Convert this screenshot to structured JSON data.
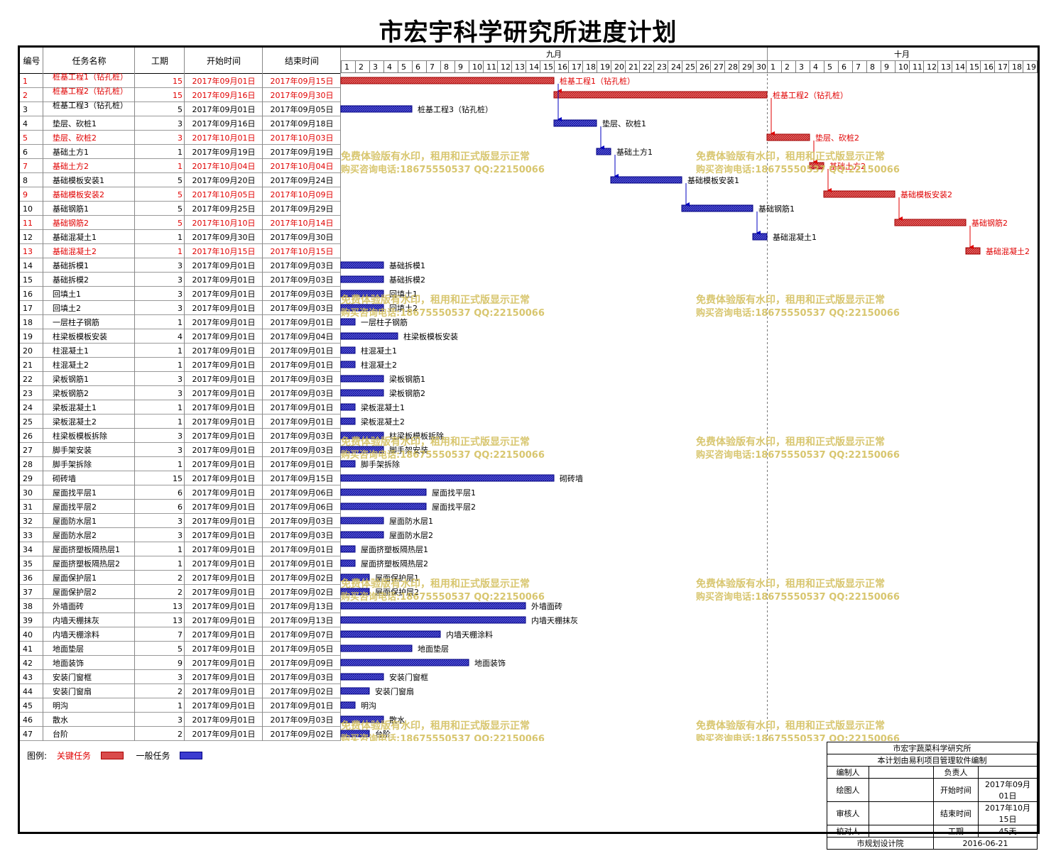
{
  "title": "市宏宇科学研究所进度计划",
  "table_headers": {
    "id": "编号",
    "name": "任务名称",
    "duration": "工期",
    "start": "开始时间",
    "end": "结束时间"
  },
  "months": [
    {
      "label": "九月",
      "days": [
        1,
        2,
        3,
        4,
        5,
        6,
        7,
        8,
        9,
        10,
        11,
        12,
        13,
        14,
        15,
        16,
        17,
        18,
        19,
        20,
        21,
        22,
        23,
        24,
        25,
        26,
        27,
        28,
        29,
        30
      ]
    },
    {
      "label": "十月",
      "days": [
        1,
        2,
        3,
        4,
        5,
        6,
        7,
        8,
        9,
        10,
        11,
        12,
        13,
        14,
        15,
        16,
        17,
        18,
        19
      ]
    }
  ],
  "chart_data": {
    "type": "gantt",
    "title": "市宏宇科学研究所进度计划",
    "x_axis": "date",
    "x_range": [
      "2017-09-01",
      "2017-10-19"
    ],
    "colors": {
      "critical": "#d94b4b",
      "critical_text": "#e00000",
      "normal": "#3b3bd0",
      "normal_border": "#000080"
    },
    "tasks": [
      {
        "id": "1",
        "name": "桩基工程1（钻孔桩）",
        "duration": 15,
        "start": "2017年09月01日",
        "end": "2017年09月15日",
        "s": "2017-09-01",
        "e": "2017-09-15",
        "critical": true
      },
      {
        "id": "2",
        "name": "桩基工程2（钻孔桩）",
        "duration": 15,
        "start": "2017年09月16日",
        "end": "2017年09月30日",
        "s": "2017-09-16",
        "e": "2017-09-30",
        "critical": true
      },
      {
        "id": "3",
        "name": "桩基工程3（钻孔桩）",
        "duration": 5,
        "start": "2017年09月01日",
        "end": "2017年09月05日",
        "s": "2017-09-01",
        "e": "2017-09-05",
        "critical": false
      },
      {
        "id": "4",
        "name": "垫层、砍桩1",
        "duration": 3,
        "start": "2017年09月16日",
        "end": "2017年09月18日",
        "s": "2017-09-16",
        "e": "2017-09-18",
        "critical": false
      },
      {
        "id": "5",
        "name": "垫层、砍桩2",
        "duration": 3,
        "start": "2017年10月01日",
        "end": "2017年10月03日",
        "s": "2017-10-01",
        "e": "2017-10-03",
        "critical": true
      },
      {
        "id": "6",
        "name": "基础土方1",
        "duration": 1,
        "start": "2017年09月19日",
        "end": "2017年09月19日",
        "s": "2017-09-19",
        "e": "2017-09-19",
        "critical": false
      },
      {
        "id": "7",
        "name": "基础土方2",
        "duration": 1,
        "start": "2017年10月04日",
        "end": "2017年10月04日",
        "s": "2017-10-04",
        "e": "2017-10-04",
        "critical": true
      },
      {
        "id": "8",
        "name": "基础模板安装1",
        "duration": 5,
        "start": "2017年09月20日",
        "end": "2017年09月24日",
        "s": "2017-09-20",
        "e": "2017-09-24",
        "critical": false
      },
      {
        "id": "9",
        "name": "基础模板安装2",
        "duration": 5,
        "start": "2017年10月05日",
        "end": "2017年10月09日",
        "s": "2017-10-05",
        "e": "2017-10-09",
        "critical": true
      },
      {
        "id": "10",
        "name": "基础钢筋1",
        "duration": 5,
        "start": "2017年09月25日",
        "end": "2017年09月29日",
        "s": "2017-09-25",
        "e": "2017-09-29",
        "critical": false
      },
      {
        "id": "11",
        "name": "基础钢筋2",
        "duration": 5,
        "start": "2017年10月10日",
        "end": "2017年10月14日",
        "s": "2017-10-10",
        "e": "2017-10-14",
        "critical": true
      },
      {
        "id": "12",
        "name": "基础混凝土1",
        "duration": 1,
        "start": "2017年09月30日",
        "end": "2017年09月30日",
        "s": "2017-09-30",
        "e": "2017-09-30",
        "critical": false
      },
      {
        "id": "13",
        "name": "基础混凝土2",
        "duration": 1,
        "start": "2017年10月15日",
        "end": "2017年10月15日",
        "s": "2017-10-15",
        "e": "2017-10-15",
        "critical": true
      },
      {
        "id": "14",
        "name": "基础拆模1",
        "duration": 3,
        "start": "2017年09月01日",
        "end": "2017年09月03日",
        "s": "2017-09-01",
        "e": "2017-09-03",
        "critical": false
      },
      {
        "id": "15",
        "name": "基础拆模2",
        "duration": 3,
        "start": "2017年09月01日",
        "end": "2017年09月03日",
        "s": "2017-09-01",
        "e": "2017-09-03",
        "critical": false
      },
      {
        "id": "16",
        "name": "回填土1",
        "duration": 3,
        "start": "2017年09月01日",
        "end": "2017年09月03日",
        "s": "2017-09-01",
        "e": "2017-09-03",
        "critical": false
      },
      {
        "id": "17",
        "name": "回填土2",
        "duration": 3,
        "start": "2017年09月01日",
        "end": "2017年09月03日",
        "s": "2017-09-01",
        "e": "2017-09-03",
        "critical": false
      },
      {
        "id": "18",
        "name": "一层柱子钢筋",
        "duration": 1,
        "start": "2017年09月01日",
        "end": "2017年09月01日",
        "s": "2017-09-01",
        "e": "2017-09-01",
        "critical": false
      },
      {
        "id": "19",
        "name": "柱梁板模板安装",
        "duration": 4,
        "start": "2017年09月01日",
        "end": "2017年09月04日",
        "s": "2017-09-01",
        "e": "2017-09-04",
        "critical": false
      },
      {
        "id": "20",
        "name": "柱混凝土1",
        "duration": 1,
        "start": "2017年09月01日",
        "end": "2017年09月01日",
        "s": "2017-09-01",
        "e": "2017-09-01",
        "critical": false
      },
      {
        "id": "21",
        "name": "柱混凝土2",
        "duration": 1,
        "start": "2017年09月01日",
        "end": "2017年09月01日",
        "s": "2017-09-01",
        "e": "2017-09-01",
        "critical": false
      },
      {
        "id": "22",
        "name": "梁板钢筋1",
        "duration": 3,
        "start": "2017年09月01日",
        "end": "2017年09月03日",
        "s": "2017-09-01",
        "e": "2017-09-03",
        "critical": false
      },
      {
        "id": "23",
        "name": "梁板钢筋2",
        "duration": 3,
        "start": "2017年09月01日",
        "end": "2017年09月03日",
        "s": "2017-09-01",
        "e": "2017-09-03",
        "critical": false
      },
      {
        "id": "24",
        "name": "梁板混凝土1",
        "duration": 1,
        "start": "2017年09月01日",
        "end": "2017年09月01日",
        "s": "2017-09-01",
        "e": "2017-09-01",
        "critical": false
      },
      {
        "id": "25",
        "name": "梁板混凝土2",
        "duration": 1,
        "start": "2017年09月01日",
        "end": "2017年09月01日",
        "s": "2017-09-01",
        "e": "2017-09-01",
        "critical": false
      },
      {
        "id": "26",
        "name": "柱梁板模板拆除",
        "duration": 3,
        "start": "2017年09月01日",
        "end": "2017年09月03日",
        "s": "2017-09-01",
        "e": "2017-09-03",
        "critical": false
      },
      {
        "id": "27",
        "name": "脚手架安装",
        "duration": 3,
        "start": "2017年09月01日",
        "end": "2017年09月03日",
        "s": "2017-09-01",
        "e": "2017-09-03",
        "critical": false
      },
      {
        "id": "28",
        "name": "脚手架拆除",
        "duration": 1,
        "start": "2017年09月01日",
        "end": "2017年09月01日",
        "s": "2017-09-01",
        "e": "2017-09-01",
        "critical": false
      },
      {
        "id": "29",
        "name": "砌砖墙",
        "duration": 15,
        "start": "2017年09月01日",
        "end": "2017年09月15日",
        "s": "2017-09-01",
        "e": "2017-09-15",
        "critical": false
      },
      {
        "id": "30",
        "name": "屋面找平层1",
        "duration": 6,
        "start": "2017年09月01日",
        "end": "2017年09月06日",
        "s": "2017-09-01",
        "e": "2017-09-06",
        "critical": false
      },
      {
        "id": "31",
        "name": "屋面找平层2",
        "duration": 6,
        "start": "2017年09月01日",
        "end": "2017年09月06日",
        "s": "2017-09-01",
        "e": "2017-09-06",
        "critical": false
      },
      {
        "id": "32",
        "name": "屋面防水层1",
        "duration": 3,
        "start": "2017年09月01日",
        "end": "2017年09月03日",
        "s": "2017-09-01",
        "e": "2017-09-03",
        "critical": false
      },
      {
        "id": "33",
        "name": "屋面防水层2",
        "duration": 3,
        "start": "2017年09月01日",
        "end": "2017年09月03日",
        "s": "2017-09-01",
        "e": "2017-09-03",
        "critical": false
      },
      {
        "id": "34",
        "name": "屋面挤塑板隔热层1",
        "duration": 1,
        "start": "2017年09月01日",
        "end": "2017年09月01日",
        "s": "2017-09-01",
        "e": "2017-09-01",
        "critical": false
      },
      {
        "id": "35",
        "name": "屋面挤塑板隔热层2",
        "duration": 1,
        "start": "2017年09月01日",
        "end": "2017年09月01日",
        "s": "2017-09-01",
        "e": "2017-09-01",
        "critical": false
      },
      {
        "id": "36",
        "name": "屋面保护层1",
        "duration": 2,
        "start": "2017年09月01日",
        "end": "2017年09月02日",
        "s": "2017-09-01",
        "e": "2017-09-02",
        "critical": false
      },
      {
        "id": "37",
        "name": "屋面保护层2",
        "duration": 2,
        "start": "2017年09月01日",
        "end": "2017年09月02日",
        "s": "2017-09-01",
        "e": "2017-09-02",
        "critical": false
      },
      {
        "id": "38",
        "name": "外墙面砖",
        "duration": 13,
        "start": "2017年09月01日",
        "end": "2017年09月13日",
        "s": "2017-09-01",
        "e": "2017-09-13",
        "critical": false
      },
      {
        "id": "39",
        "name": "内墙天棚抹灰",
        "duration": 13,
        "start": "2017年09月01日",
        "end": "2017年09月13日",
        "s": "2017-09-01",
        "e": "2017-09-13",
        "critical": false
      },
      {
        "id": "40",
        "name": "内墙天棚涂料",
        "duration": 7,
        "start": "2017年09月01日",
        "end": "2017年09月07日",
        "s": "2017-09-01",
        "e": "2017-09-07",
        "critical": false
      },
      {
        "id": "41",
        "name": "地面垫层",
        "duration": 5,
        "start": "2017年09月01日",
        "end": "2017年09月05日",
        "s": "2017-09-01",
        "e": "2017-09-05",
        "critical": false
      },
      {
        "id": "42",
        "name": "地面装饰",
        "duration": 9,
        "start": "2017年09月01日",
        "end": "2017年09月09日",
        "s": "2017-09-01",
        "e": "2017-09-09",
        "critical": false
      },
      {
        "id": "43",
        "name": "安装门窗框",
        "duration": 3,
        "start": "2017年09月01日",
        "end": "2017年09月03日",
        "s": "2017-09-01",
        "e": "2017-09-03",
        "critical": false
      },
      {
        "id": "44",
        "name": "安装门窗扇",
        "duration": 2,
        "start": "2017年09月01日",
        "end": "2017年09月02日",
        "s": "2017-09-01",
        "e": "2017-09-02",
        "critical": false
      },
      {
        "id": "45",
        "name": "明沟",
        "duration": 1,
        "start": "2017年09月01日",
        "end": "2017年09月01日",
        "s": "2017-09-01",
        "e": "2017-09-01",
        "critical": false
      },
      {
        "id": "46",
        "name": "散水",
        "duration": 3,
        "start": "2017年09月01日",
        "end": "2017年09月03日",
        "s": "2017-09-01",
        "e": "2017-09-03",
        "critical": false
      },
      {
        "id": "47",
        "name": "台阶",
        "duration": 2,
        "start": "2017年09月01日",
        "end": "2017年09月02日",
        "s": "2017-09-01",
        "e": "2017-09-02",
        "critical": false
      }
    ],
    "links": [
      [
        1,
        2
      ],
      [
        1,
        4
      ],
      [
        2,
        5
      ],
      [
        4,
        6
      ],
      [
        5,
        7
      ],
      [
        6,
        8
      ],
      [
        7,
        9
      ],
      [
        8,
        10
      ],
      [
        9,
        11
      ],
      [
        10,
        12
      ],
      [
        11,
        13
      ]
    ]
  },
  "watermark": {
    "line1": "免费体验版有水印，租用和正式版显示正常",
    "line2": "购买咨询电话:18675550537 QQ:22150066",
    "color": "#d4c060"
  },
  "legend": {
    "label": "图例:",
    "critical": "关键任务",
    "normal": "一般任务"
  },
  "info": {
    "org": "市宏宇蔬菜科学研究所",
    "software": "本计划由易利项目管理软件编制",
    "rows": [
      [
        "编制人",
        "",
        "负责人",
        ""
      ],
      [
        "绘图人",
        "",
        "开始时间",
        "2017年09月01日"
      ],
      [
        "审核人",
        "",
        "结束时间",
        "2017年10月15日"
      ],
      [
        "校对人",
        "",
        "工期",
        "45天"
      ]
    ],
    "footer_left": "市规划设计院",
    "footer_right": "2016-06-21"
  }
}
